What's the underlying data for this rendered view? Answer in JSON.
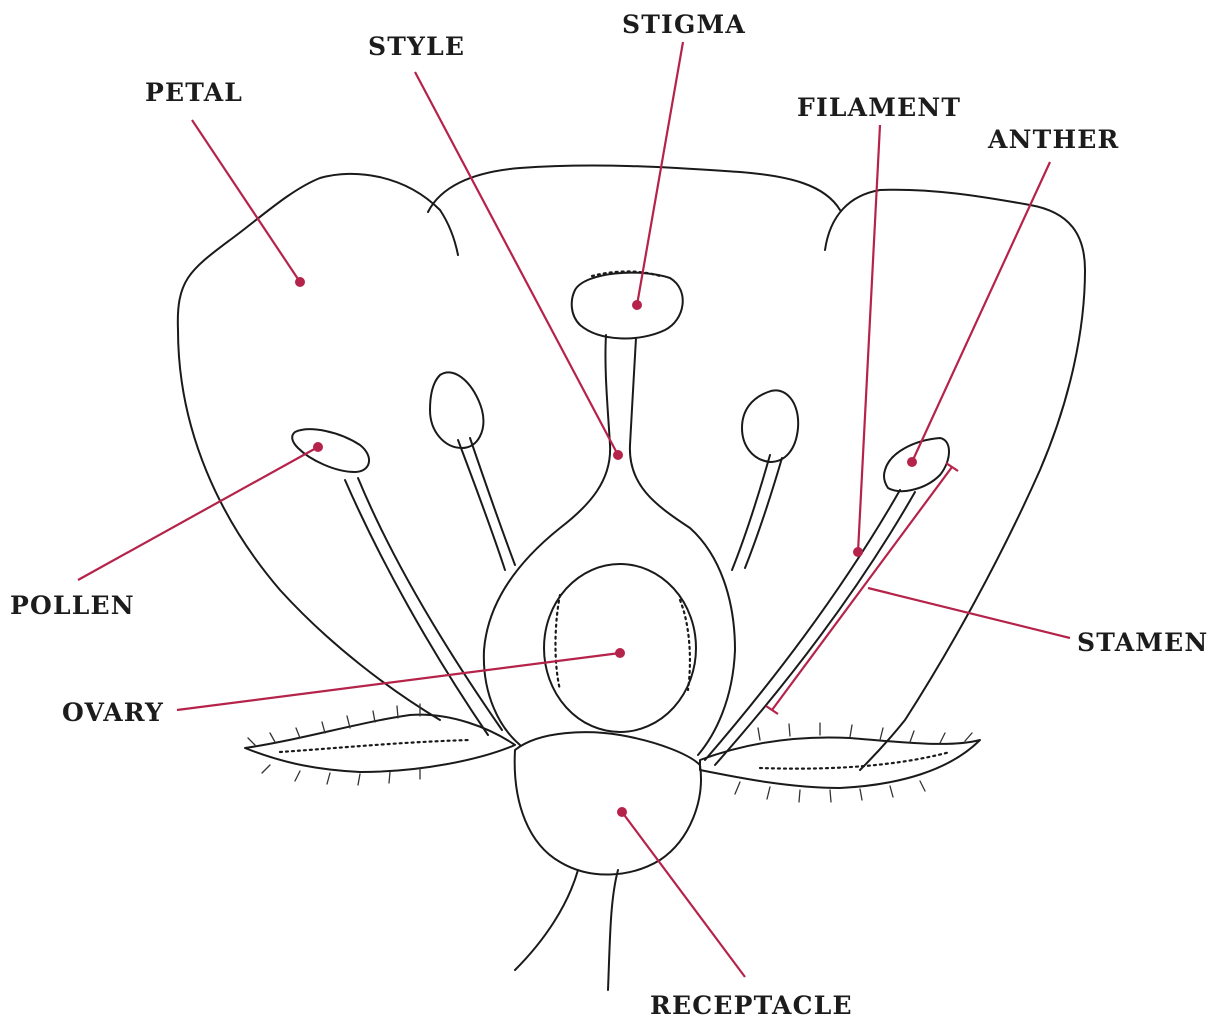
{
  "diagram": {
    "labels": {
      "stigma": "STIGMA",
      "style": "STYLE",
      "petal": "PETAL",
      "filament": "FILAMENT",
      "anther": "ANTHER",
      "pollen": "POLLEN",
      "stamen": "STAMEN",
      "ovary": "OVARY",
      "receptacle": "RECEPTACLE"
    },
    "colors": {
      "leader": "#b5234a",
      "ink": "#1a1a1a",
      "label": "#1c1c1c",
      "background": "#ffffff"
    }
  }
}
